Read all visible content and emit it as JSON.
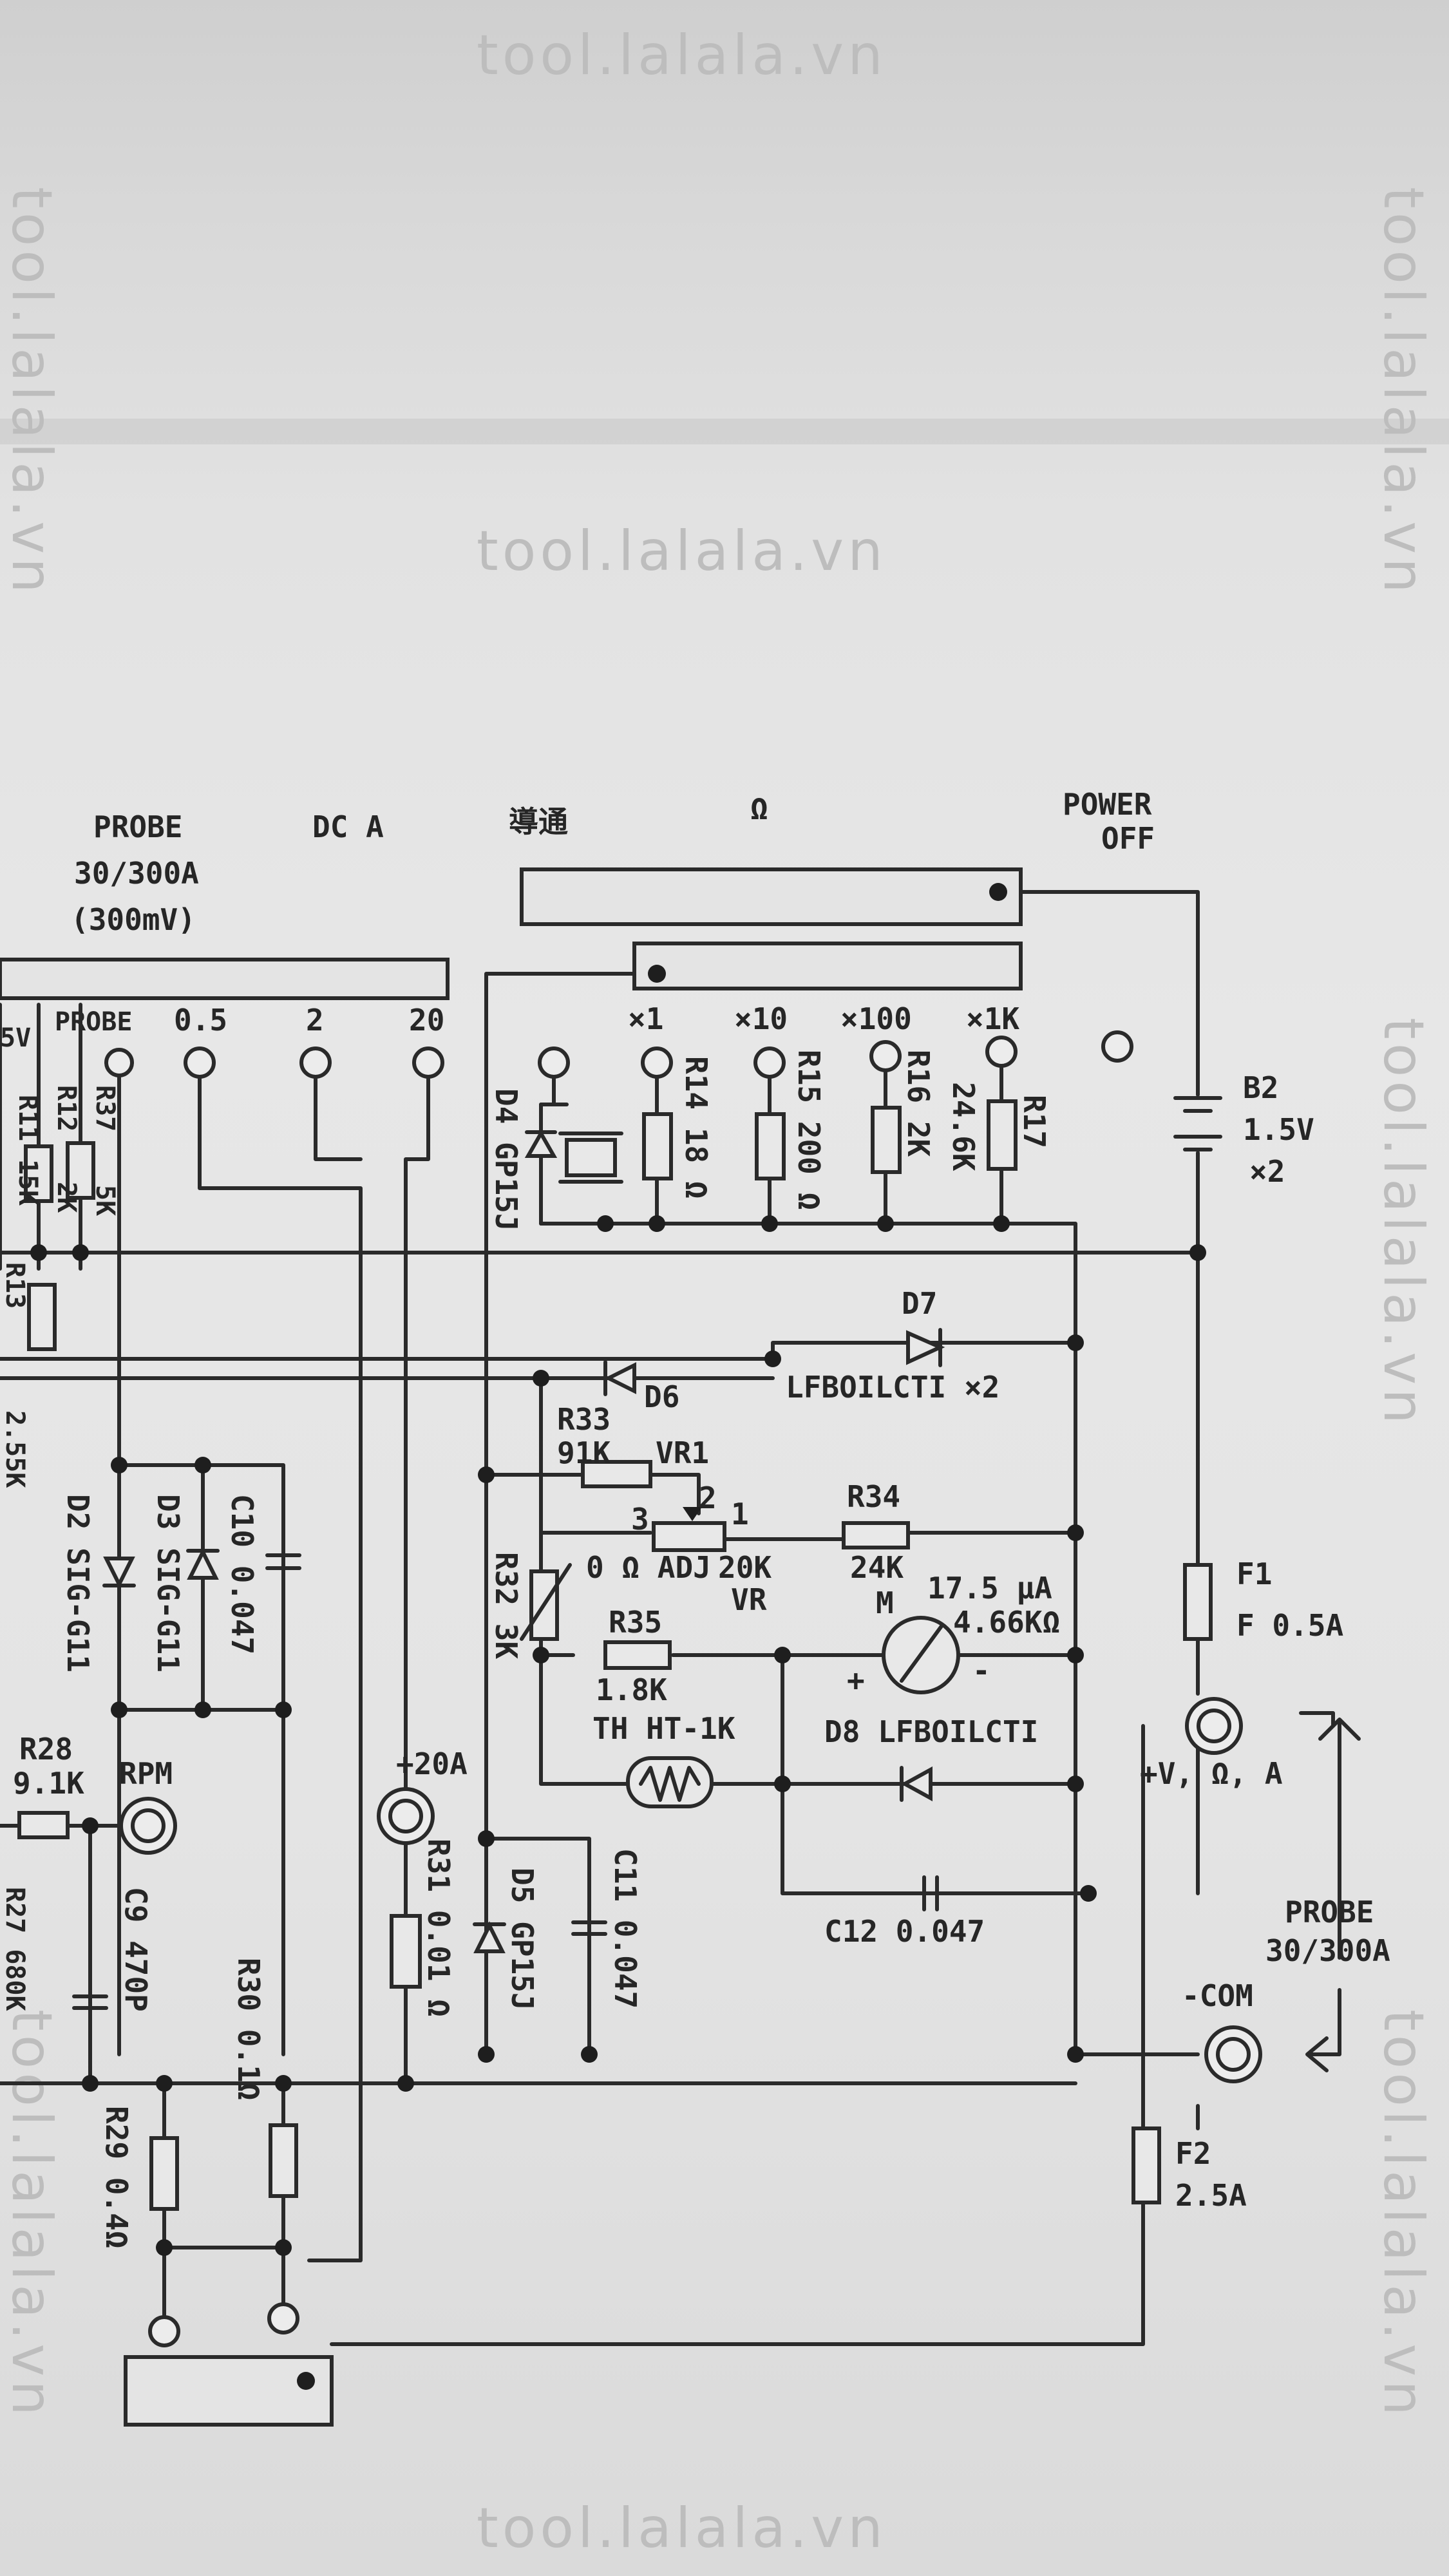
{
  "watermark": "tool.lalala.vn",
  "header": {
    "probe": "PROBE",
    "probe_range": "30/300A",
    "probe_mv": "(300mV)",
    "dca": "DC  A",
    "continuity": "導通",
    "ohm": "Ω",
    "power": "POWER",
    "off": "OFF"
  },
  "range_labels": {
    "v5": "5V",
    "probe": "PROBE",
    "a05": "0.5",
    "a2": "2",
    "a20": "20",
    "x1": "×1",
    "x10": "×10",
    "x100": "×100",
    "x1k": "×1K"
  },
  "components": {
    "r11": "R11",
    "r11_val": "15K",
    "r12": "R12",
    "r12_val": "2K",
    "r37": "R37",
    "r37_val": "5K",
    "r13": "R13",
    "r13_val": "2.55K",
    "d4": "D4 GP15J",
    "r14": "R14 18 Ω",
    "r15": "R15 200 Ω",
    "r16": "R16 2K",
    "r17": "R17",
    "r17_val": "24.6K",
    "b2": "B2",
    "b2_val": "1.5V",
    "b2_qty": "×2",
    "d7": "D7",
    "d6": "D6",
    "diode_pair": "LFBOILCTI ×2",
    "d2": "D2 SIG-G11",
    "d3": "D3 SIG-G11",
    "c10": "C10 0.047",
    "r33": "R33",
    "r33_val": "91K",
    "vr1": "VR1",
    "pin3": "3",
    "pin2": "2",
    "pin1": "1",
    "r34": "R34",
    "r34_val": "24K",
    "r32": "R32 3K",
    "adj": "0 Ω ADJ",
    "vr_val": "20K",
    "vr": "VR",
    "meter": "M",
    "meter_val1": "17.5 μA",
    "meter_val2": "4.66KΩ",
    "plus": "+",
    "minus": "-",
    "r35": "R35",
    "r35_val": "1.8K",
    "th": "TH HT-1K",
    "d8": "D8 LFBOILCTI",
    "f1": "F1",
    "f1_val": "F 0.5A",
    "r28": "R28",
    "r28_val": "9.1K",
    "rpm": "RPM",
    "a20_term": "+20A",
    "r31": "R31 0.01 Ω",
    "d5": "D5 GP15J",
    "c11": "C11 0.047",
    "c12": "C12 0.047",
    "vohm_term": "+V, Ω, A",
    "probe2": "PROBE",
    "probe2_range": "30/300A",
    "com": "-COM",
    "c9": "C9 470P",
    "r27": "R27 680K",
    "r30": "R30 0.1Ω",
    "r29": "R29 0.4Ω",
    "f2": "F2",
    "f2_val": "2.5A"
  }
}
